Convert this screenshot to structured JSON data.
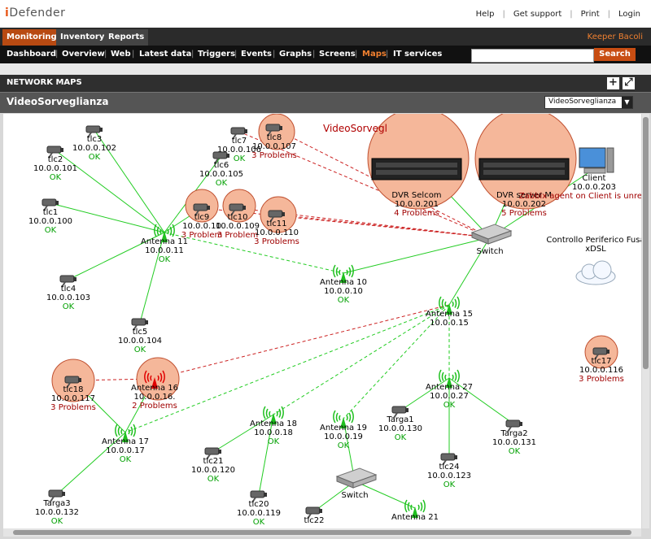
{
  "app": {
    "logo_prefix": "i",
    "logo_text": "Defender"
  },
  "toplinks": [
    "Help",
    "Get support",
    "Print",
    "Login"
  ],
  "menu": {
    "tabs": [
      "Monitoring",
      "Inventory",
      "Reports"
    ],
    "active": "Monitoring",
    "user": "Keeper Bacoli"
  },
  "submenu": {
    "items": [
      "Dashboard",
      "Overview",
      "Web",
      "Latest data",
      "Triggers",
      "Events",
      "Graphs",
      "Screens",
      "Maps",
      "IT services"
    ],
    "active": "Maps"
  },
  "search": {
    "value": "",
    "button": "Search"
  },
  "section": {
    "title": "NETWORK MAPS",
    "add_icon": "plus-icon",
    "fullscreen_icon": "fullscreen-icon"
  },
  "map": {
    "name": "VideoSorveglianza",
    "selected": "VideoSorveglianza",
    "map_title": "VideoSorvegl"
  },
  "nodes": [
    {
      "id": "tlc3",
      "label": "tlc3",
      "ip": "10.0.0.102",
      "status": "OK",
      "problem": false,
      "icon": "camera-icon"
    },
    {
      "id": "tlc2",
      "label": "tlc2",
      "ip": "10.0.0.101",
      "status": "OK",
      "problem": false,
      "icon": "camera-icon"
    },
    {
      "id": "tlc1",
      "label": "tlc1",
      "ip": "10.0.0.100",
      "status": "OK",
      "problem": false,
      "icon": "camera-icon"
    },
    {
      "id": "tlc4",
      "label": "tlc4",
      "ip": "10.0.0.103",
      "status": "OK",
      "problem": false,
      "icon": "camera-icon"
    },
    {
      "id": "tlc5",
      "label": "tlc5",
      "ip": "10.0.0.104",
      "status": "OK",
      "problem": false,
      "icon": "camera-icon"
    },
    {
      "id": "tlc7",
      "label": "tlc7",
      "ip": "10.0.0.106",
      "status": "OK",
      "problem": false,
      "icon": "camera-icon"
    },
    {
      "id": "tlc8",
      "label": "tlc8",
      "ip": "10.0.0.107",
      "status": "3 Problems",
      "problem": true,
      "icon": "camera-icon"
    },
    {
      "id": "tlc6",
      "label": "tlc6",
      "ip": "10.0.0.105",
      "status": "OK",
      "problem": false,
      "icon": "camera-icon"
    },
    {
      "id": "tlc9",
      "label": "tlc9",
      "ip": "10.0.0.10",
      "status": "3 Problem",
      "problem": true,
      "icon": "camera-icon"
    },
    {
      "id": "tlc10",
      "label": "tlc10",
      "ip": "10.0.0.109",
      "status": "3 Problem",
      "problem": true,
      "icon": "camera-icon"
    },
    {
      "id": "tlc11",
      "label": "tlc11",
      "ip": "10.0.0.110",
      "status": "3 Problems",
      "problem": true,
      "icon": "camera-icon"
    },
    {
      "id": "ant11",
      "label": "Antenna 11",
      "ip": "10.0.0.11",
      "status": "OK",
      "problem": false,
      "icon": "antenna-icon"
    },
    {
      "id": "ant10",
      "label": "Antenna 10",
      "ip": "10.0.0.10",
      "status": "OK",
      "problem": false,
      "icon": "antenna-icon"
    },
    {
      "id": "dvr1",
      "label": "DVR Selcom",
      "ip": "10.0.0.201",
      "status": "4 Problems",
      "problem": true,
      "icon": "server-icon"
    },
    {
      "id": "dvr2",
      "label": "DVR server M",
      "ip": "10.0.0.202",
      "status": "5 Problems",
      "problem": true,
      "icon": "server-icon"
    },
    {
      "id": "client",
      "label": "Client",
      "ip": "10.0.0.203",
      "status": "Zabbix agent on Client is unreachabl",
      "problem": true,
      "icon": "computer-icon"
    },
    {
      "id": "switch1",
      "label": "Switch",
      "ip": "",
      "status": "",
      "problem": false,
      "icon": "switch-icon"
    },
    {
      "id": "cloud",
      "label": "Controllo Periferico Fusa",
      "ip": "xDSL",
      "status": "",
      "problem": false,
      "icon": "cloud-icon"
    },
    {
      "id": "ant15",
      "label": "Antenna 15",
      "ip": "10.0.0.15",
      "status": "",
      "problem": false,
      "icon": "antenna-icon"
    },
    {
      "id": "tlc17",
      "label": "tlc17",
      "ip": "10.0.0.116",
      "status": "3 Problems",
      "problem": true,
      "icon": "camera-icon"
    },
    {
      "id": "tlc18",
      "label": "tlc18",
      "ip": "10.0.0.117",
      "status": "3 Problems",
      "problem": true,
      "icon": "camera-icon"
    },
    {
      "id": "ant16",
      "label": "Antenna 16",
      "ip": "10.0.0.16.",
      "status": "2 Problems",
      "problem": true,
      "icon": "antenna-icon"
    },
    {
      "id": "ant27",
      "label": "Antenna 27",
      "ip": "10.0.0.27",
      "status": "OK",
      "problem": false,
      "icon": "antenna-icon"
    },
    {
      "id": "targa1",
      "label": "Targa1",
      "ip": "10.0.0.130",
      "status": "OK",
      "problem": false,
      "icon": "camera-icon"
    },
    {
      "id": "targa2",
      "label": "Targa2",
      "ip": "10.0.0.131",
      "status": "OK",
      "problem": false,
      "icon": "camera-icon"
    },
    {
      "id": "tlc24",
      "label": "tlc24",
      "ip": "10.0.0.123",
      "status": "OK",
      "problem": false,
      "icon": "camera-icon"
    },
    {
      "id": "ant17",
      "label": "Antenna 17",
      "ip": "10.0.0.17",
      "status": "OK",
      "problem": false,
      "icon": "antenna-icon"
    },
    {
      "id": "ant18",
      "label": "Antenna 18",
      "ip": "10.0.0.18",
      "status": "OK",
      "problem": false,
      "icon": "antenna-icon"
    },
    {
      "id": "ant19",
      "label": "Antenna 19",
      "ip": "10.0.0.19",
      "status": "OK",
      "problem": false,
      "icon": "antenna-icon"
    },
    {
      "id": "tlc21",
      "label": "tlc21",
      "ip": "10.0.0.120",
      "status": "OK",
      "problem": false,
      "icon": "camera-icon"
    },
    {
      "id": "tlc20",
      "label": "tlc20",
      "ip": "10.0.0.119",
      "status": "OK",
      "problem": false,
      "icon": "camera-icon"
    },
    {
      "id": "targa3",
      "label": "Targa3",
      "ip": "10.0.0.132",
      "status": "OK",
      "problem": false,
      "icon": "camera-icon"
    },
    {
      "id": "switch2",
      "label": "Switch",
      "ip": "",
      "status": "",
      "problem": false,
      "icon": "switch-icon"
    },
    {
      "id": "tlc22",
      "label": "tlc22",
      "ip": "",
      "status": "",
      "problem": false,
      "icon": "camera-icon"
    },
    {
      "id": "ant21",
      "label": "Antenna 21",
      "ip": "",
      "status": "",
      "problem": false,
      "icon": "antenna-icon"
    }
  ],
  "colors": {
    "ok": "#00a000",
    "problem": "#a00000",
    "problem_bg": "#f5b79a",
    "link_ok": "#22cc22",
    "link_problem": "#cc2222",
    "accent": "#e85a1c"
  }
}
